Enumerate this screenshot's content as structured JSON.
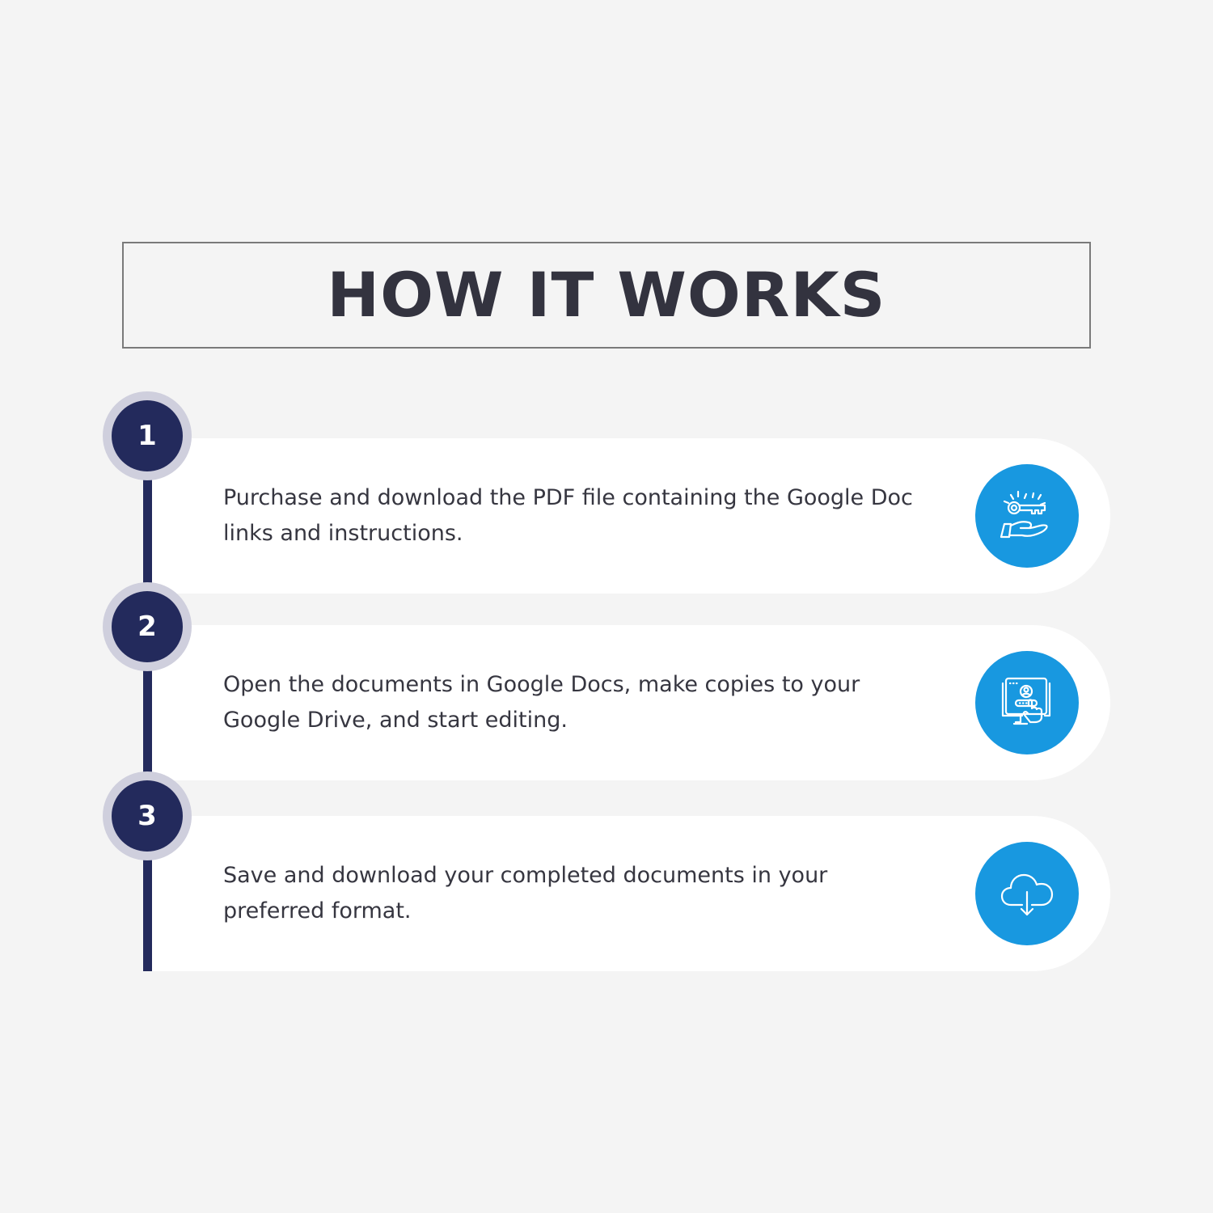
{
  "header": {
    "title": "HOW IT WORKS"
  },
  "steps": [
    {
      "number": "1",
      "text": "Purchase and download the PDF file containing the Google Doc links and instructions.",
      "icon": "key-in-hand-icon"
    },
    {
      "number": "2",
      "text": "Open the documents in Google Docs, make copies to your Google Drive, and start editing.",
      "icon": "computer-login-click-icon"
    },
    {
      "number": "3",
      "text": "Save and download your completed documents in your preferred format.",
      "icon": "cloud-download-icon"
    }
  ],
  "colors": {
    "background": "#f4f4f4",
    "title_text": "#33333f",
    "timeline_navy": "#232a5c",
    "badge_halo": "#cfcfdd",
    "icon_blue": "#1898e0",
    "card": "#ffffff",
    "body_text": "#363640"
  }
}
